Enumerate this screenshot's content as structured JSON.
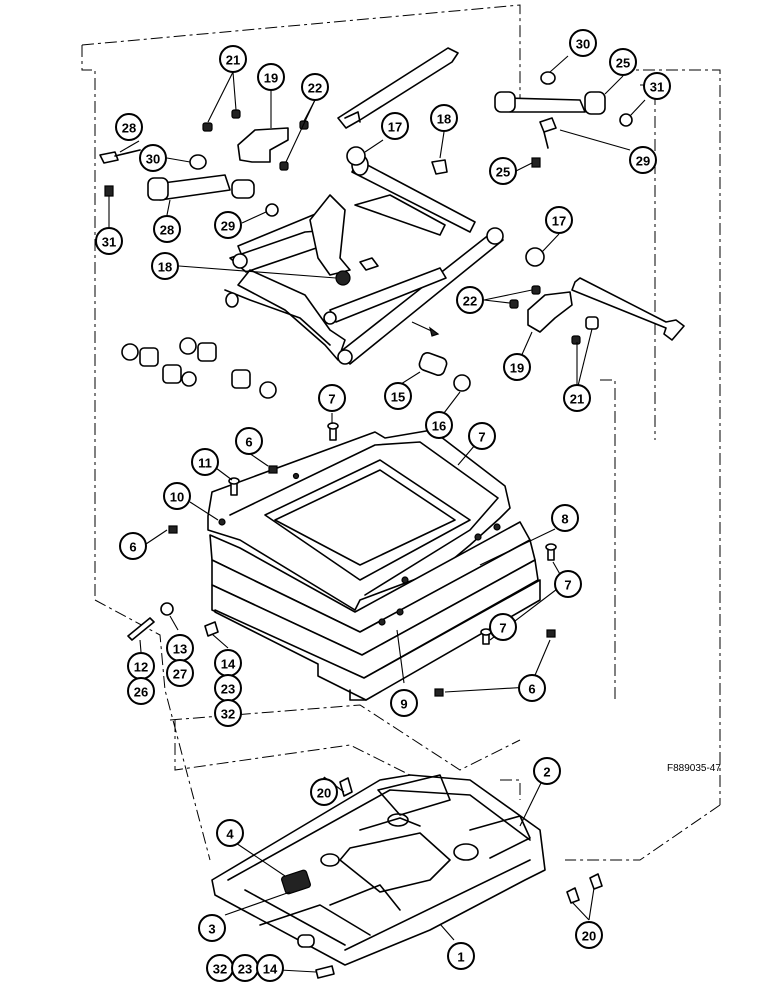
{
  "figure_id": "F889035-47",
  "callouts": [
    "21",
    "19",
    "22",
    "30",
    "25",
    "31",
    "28",
    "17",
    "18",
    "30",
    "29",
    "25",
    "31",
    "28",
    "29",
    "17",
    "18",
    "22",
    "19",
    "21",
    "15",
    "16",
    "7",
    "6",
    "11",
    "7",
    "10",
    "6",
    "8",
    "7",
    "12",
    "26",
    "13",
    "27",
    "14",
    "23",
    "32",
    "7",
    "6",
    "9",
    "20",
    "2",
    "4",
    "3",
    "20",
    "1",
    "32",
    "23",
    "14"
  ]
}
